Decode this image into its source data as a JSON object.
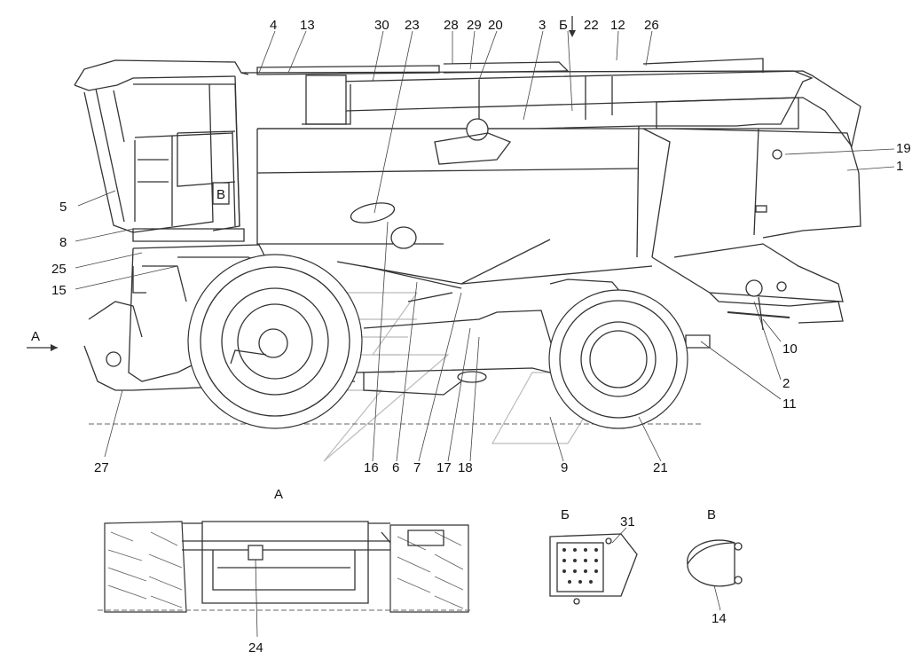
{
  "view_labels": {
    "a": "А",
    "b": "Б",
    "v": "В"
  },
  "arrow_labels": {
    "a": "А",
    "b": "Б"
  },
  "plate_label": "В",
  "callouts": {
    "c4": "4",
    "c13": "13",
    "c30": "30",
    "c23": "23",
    "c28": "28",
    "c29": "29",
    "c20": "20",
    "c3": "3",
    "c22": "22",
    "c12": "12",
    "c26": "26",
    "c19": "19",
    "c1": "1",
    "c5": "5",
    "c8": "8",
    "c25": "25",
    "c15": "15",
    "c10": "10",
    "c2": "2",
    "c11": "11",
    "c27": "27",
    "c16": "16",
    "c6": "6",
    "c7": "7",
    "c17": "17",
    "c18": "18",
    "c9": "9",
    "c21": "21",
    "c24": "24",
    "c31": "31",
    "c14": "14"
  }
}
